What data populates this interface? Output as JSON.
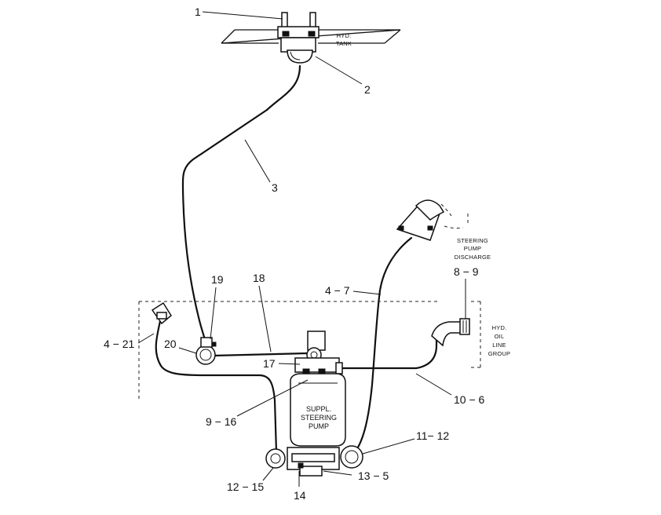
{
  "callouts": {
    "c1": "1",
    "c2": "2",
    "c3": "3",
    "c4_7": "4 − 7",
    "c8_9": "8 − 9",
    "c4_21": "4 − 21",
    "c19": "19",
    "c18": "18",
    "c20": "20",
    "c17": "17",
    "c9_16": "9 − 16",
    "c10_6": "10 − 6",
    "c11_12": "11− 12",
    "c12_15": "12 − 15",
    "c13_5": "13 − 5",
    "c14": "14"
  },
  "labels": {
    "hyd_tank": [
      "HYD.",
      "TANK"
    ],
    "steering_pump_discharge": [
      "STEERING",
      "PUMP",
      "DISCHARGE"
    ],
    "hyd_oil_line_group": [
      "HYD.",
      "OIL",
      "LINE",
      "GROUP"
    ],
    "suppl_steering_pump": [
      "SUPPL.",
      "STEERING",
      "PUMP"
    ]
  }
}
